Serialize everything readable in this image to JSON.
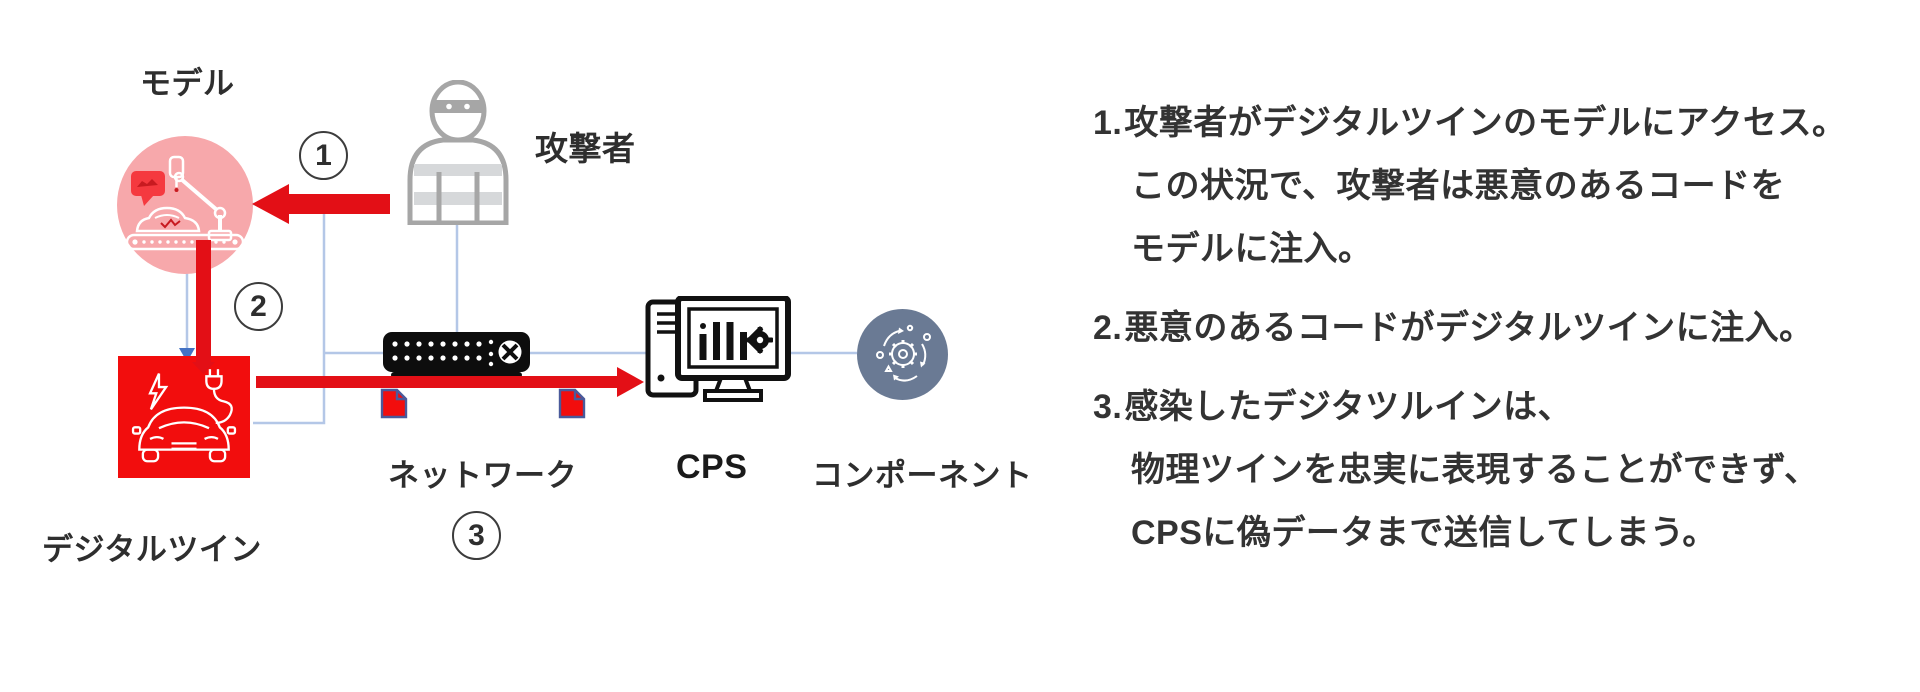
{
  "title": "digital-twin-attack-diagram",
  "diagram": {
    "labels": {
      "model": "モデル",
      "attacker": "攻撃者",
      "network": "ネットワーク",
      "cps": "CPS",
      "component": "コンポーネント",
      "digital_twin": "デジタルツイン"
    },
    "badges": [
      {
        "label": "1"
      },
      {
        "label": "2"
      },
      {
        "label": "3"
      }
    ],
    "icons": [
      "factory-robot-arm-icon",
      "robber-attacker-icon",
      "electric-car-icon",
      "network-switch-icon",
      "cps-computer-icon",
      "gear-cycle-icon",
      "malicious-file-icon"
    ]
  },
  "steps": [
    {
      "number": "1.",
      "lines": [
        "攻撃者がデジタルツインのモデルにアクセス。",
        "この状況で、攻撃者は悪意のあるコードを",
        "モデルに注入。"
      ]
    },
    {
      "number": "2.",
      "lines": [
        "悪意のあるコードがデジタルツインに注入。"
      ]
    },
    {
      "number": "3.",
      "lines": [
        "感染したデジタツルインは、",
        "物理ツインを忠実に表現することができず、",
        "CPSに偽データまで送信してしまう。"
      ]
    }
  ],
  "colors": {
    "arrow_red": "#e30f16",
    "square_red": "#f20d0d",
    "model_pink": "#f7a8ab",
    "connector_blue": "#b4c7e7",
    "blue_arrowhead": "#4472c4",
    "component_slate": "#6a7a94",
    "attacker_gray": "#a6a6a6",
    "doc_border": "#4a5a9b",
    "device_black": "#0d0d0d",
    "text": "#333333"
  }
}
